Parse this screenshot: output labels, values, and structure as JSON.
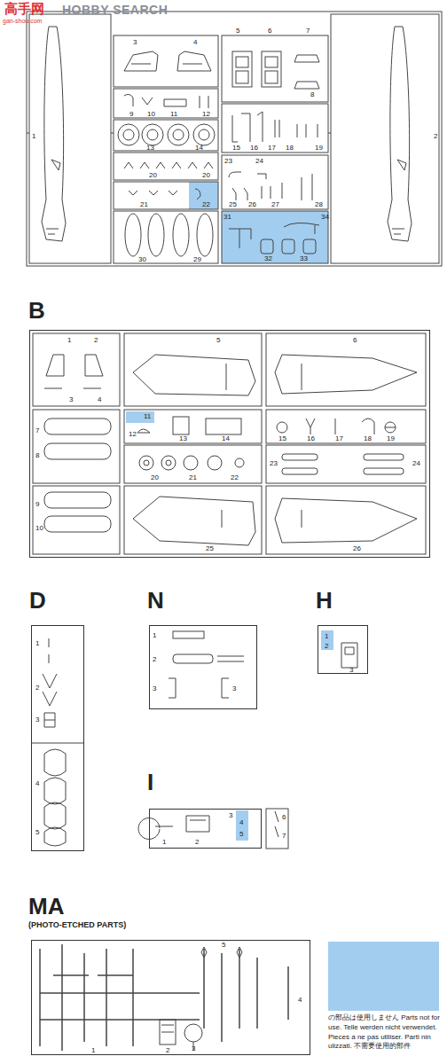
{
  "diagram": {
    "nodes": [
      {
        "text": [
          "B"
        ]
      },
      {
        "text": [
          "D"
        ]
      },
      {
        "text": [
          "N"
        ]
      },
      {
        "text": [
          "H"
        ]
      },
      {
        "text": [
          "I"
        ]
      },
      {
        "text": [
          "MA",
          "(PHOTO-ETCHED PARTS)"
        ]
      }
    ],
    "labels": [
      "高手网",
      "gan-shou.com",
      "HOBBY SEARCH",
      "1",
      "2",
      "3",
      "4",
      "5",
      "6",
      "7",
      "8",
      "9",
      "10",
      "11",
      "12",
      "13",
      "14",
      "15",
      "16",
      "17",
      "18",
      "19",
      "20",
      "20",
      "21",
      "22",
      "23",
      "24",
      "25",
      "26",
      "27",
      "28",
      "29",
      "30",
      "31",
      "32",
      "33",
      "34",
      "1",
      "2",
      "3",
      "4",
      "5",
      "6",
      "7",
      "8",
      "9",
      "10",
      "11",
      "12",
      "13",
      "14",
      "15",
      "16",
      "17",
      "18",
      "19",
      "20",
      "21",
      "22",
      "23",
      "24",
      "25",
      "26",
      "1",
      "2",
      "3",
      "4",
      "5",
      "1",
      "2",
      "3",
      "3",
      "1",
      "2",
      "3",
      "1",
      "2",
      "3",
      "4",
      "5",
      "6",
      "7",
      "1",
      "2",
      "3",
      "4",
      "5"
    ],
    "legend": [
      {
        "text": "の部品は使用しません Parts not for use. Telle werden nicht verwendet. Pieces a ne pas utiliser. Parti nin ulizzati. 不需要使用的部件",
        "color": "#a3cdef"
      }
    ]
  }
}
